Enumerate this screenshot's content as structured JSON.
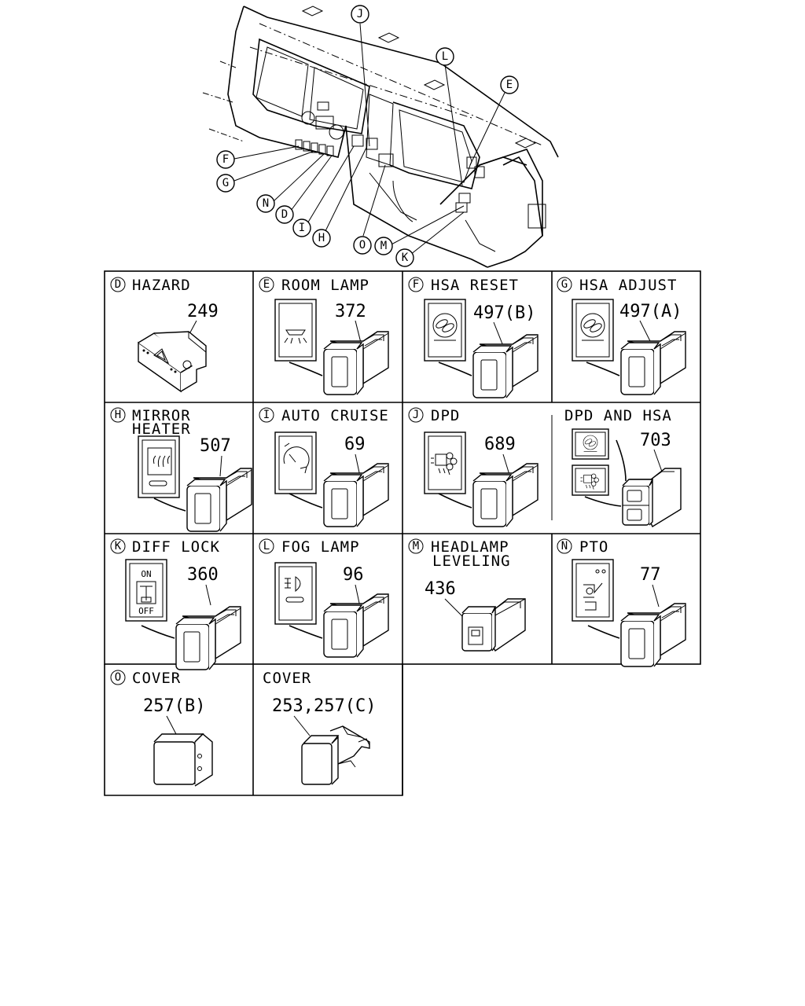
{
  "callouts": [
    "J",
    "L",
    "E",
    "F",
    "G",
    "N",
    "D",
    "I",
    "H",
    "O",
    "M",
    "K"
  ],
  "panels": {
    "D": {
      "letter": "D",
      "title": "HAZARD",
      "part": "249"
    },
    "E": {
      "letter": "E",
      "title": "ROOM LAMP",
      "part": "372"
    },
    "F": {
      "letter": "F",
      "title": "HSA RESET",
      "part": "497(B)"
    },
    "G": {
      "letter": "G",
      "title": "HSA ADJUST",
      "part": "497(A)"
    },
    "H": {
      "letter": "H",
      "title_line1": "MIRROR",
      "title_line2": "HEATER",
      "part": "507"
    },
    "I": {
      "letter": "I",
      "title": "AUTO CRUISE",
      "part": "69"
    },
    "J": {
      "letter": "J",
      "title": "DPD",
      "part": "689"
    },
    "JH": {
      "title": "DPD AND HSA",
      "part": "703"
    },
    "K": {
      "letter": "K",
      "title": "DIFF LOCK",
      "part": "360",
      "on": "ON",
      "off": "OFF"
    },
    "L": {
      "letter": "L",
      "title": "FOG LAMP",
      "part": "96"
    },
    "M": {
      "letter": "M",
      "title_line1": "HEADLAMP",
      "title_line2": "LEVELING",
      "part": "436"
    },
    "N": {
      "letter": "N",
      "title": "PTO",
      "part": "77"
    },
    "O": {
      "letter": "O",
      "title": "COVER",
      "part": "257(B)"
    },
    "P": {
      "title": "COVER",
      "part": "253,257(C)"
    }
  }
}
